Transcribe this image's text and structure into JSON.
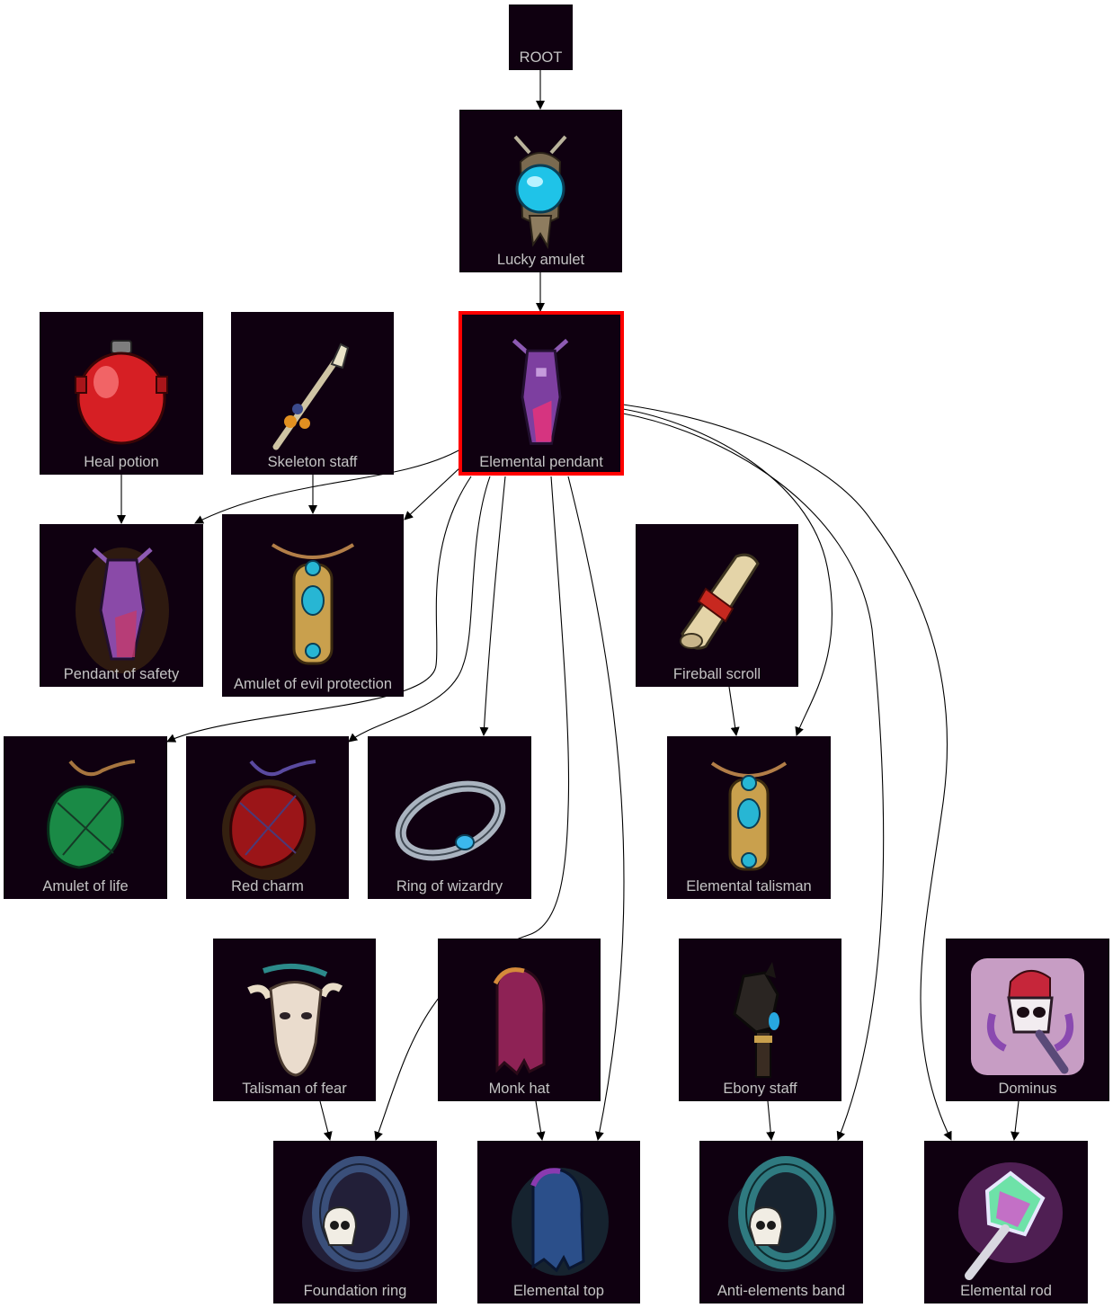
{
  "diagram": {
    "nodes": [
      {
        "id": "root",
        "label": "ROOT",
        "icon": "root-node"
      },
      {
        "id": "lucky",
        "label": "Lucky amulet",
        "icon": "amulet-icon"
      },
      {
        "id": "heal",
        "label": "Heal potion",
        "icon": "potion-icon"
      },
      {
        "id": "skelstaff",
        "label": "Skeleton staff",
        "icon": "skeleton-staff-icon"
      },
      {
        "id": "elpendant",
        "label": "Elemental pendant",
        "icon": "pendant-icon",
        "selected": true
      },
      {
        "id": "safety",
        "label": "Pendant of safety",
        "icon": "pendant-icon"
      },
      {
        "id": "evilprot",
        "label": "Amulet of evil protection",
        "icon": "amulet-icon"
      },
      {
        "id": "fireball",
        "label": "Fireball scroll",
        "icon": "scroll-icon"
      },
      {
        "id": "life",
        "label": "Amulet of life",
        "icon": "charm-icon"
      },
      {
        "id": "redcharm",
        "label": "Red charm",
        "icon": "charm-icon"
      },
      {
        "id": "wizring",
        "label": "Ring of wizardry",
        "icon": "ring-icon"
      },
      {
        "id": "eltalisman",
        "label": "Elemental talisman",
        "icon": "talisman-icon"
      },
      {
        "id": "fear",
        "label": "Talisman of fear",
        "icon": "skull-talisman-icon"
      },
      {
        "id": "monkhat",
        "label": "Monk hat",
        "icon": "hat-icon"
      },
      {
        "id": "ebony",
        "label": "Ebony staff",
        "icon": "staff-icon"
      },
      {
        "id": "dominus",
        "label": "Dominus",
        "icon": "skull-mace-icon"
      },
      {
        "id": "foundring",
        "label": "Foundation ring",
        "icon": "skull-ring-icon"
      },
      {
        "id": "eltop",
        "label": "Elemental top",
        "icon": "hat-icon"
      },
      {
        "id": "antiband",
        "label": "Anti-elements band",
        "icon": "skull-ring-icon"
      },
      {
        "id": "elrod",
        "label": "Elemental rod",
        "icon": "rod-icon"
      }
    ],
    "edges": [
      [
        "root",
        "lucky"
      ],
      [
        "lucky",
        "elpendant"
      ],
      [
        "heal",
        "safety"
      ],
      [
        "skelstaff",
        "evilprot"
      ],
      [
        "elpendant",
        "safety"
      ],
      [
        "elpendant",
        "evilprot"
      ],
      [
        "elpendant",
        "life"
      ],
      [
        "elpendant",
        "redcharm"
      ],
      [
        "elpendant",
        "wizring"
      ],
      [
        "elpendant",
        "foundring"
      ],
      [
        "elpendant",
        "eltop"
      ],
      [
        "elpendant",
        "eltalisman"
      ],
      [
        "elpendant",
        "antiband"
      ],
      [
        "elpendant",
        "elrod"
      ],
      [
        "fireball",
        "eltalisman"
      ],
      [
        "fear",
        "foundring"
      ],
      [
        "monkhat",
        "eltop"
      ],
      [
        "ebony",
        "antiband"
      ],
      [
        "dominus",
        "elrod"
      ]
    ],
    "colors": {
      "node_bg": "#0f0010",
      "label": "#c4c4c4",
      "selected_border": "#ff0000",
      "edge": "#000000"
    }
  }
}
